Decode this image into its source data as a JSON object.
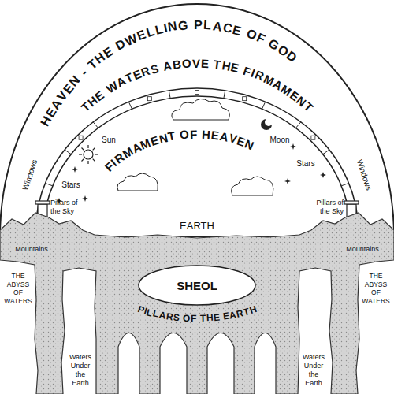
{
  "diagram": {
    "nodes": [
      {
        "text": [
          "SHEOL"
        ]
      }
    ],
    "labels": [
      "HEAVEN - THE DWELLING PLACE OF GOD",
      "THE WATERS ABOVE THE FIRMAMENT",
      "Windows",
      "Windows",
      "Sun",
      "Moon",
      "Stars",
      "Stars",
      "FIRMAMENT OF HEAVEN",
      "Pillars of the Sky",
      "Pillars of the Sky",
      "EARTH",
      "Mountains",
      "Mountains",
      "THE ABYSS OF WATERS",
      "THE ABYSS OF WATERS",
      "PILLARS OF THE EARTH",
      "Waters Under the Earth",
      "Waters Under the Earth"
    ]
  }
}
